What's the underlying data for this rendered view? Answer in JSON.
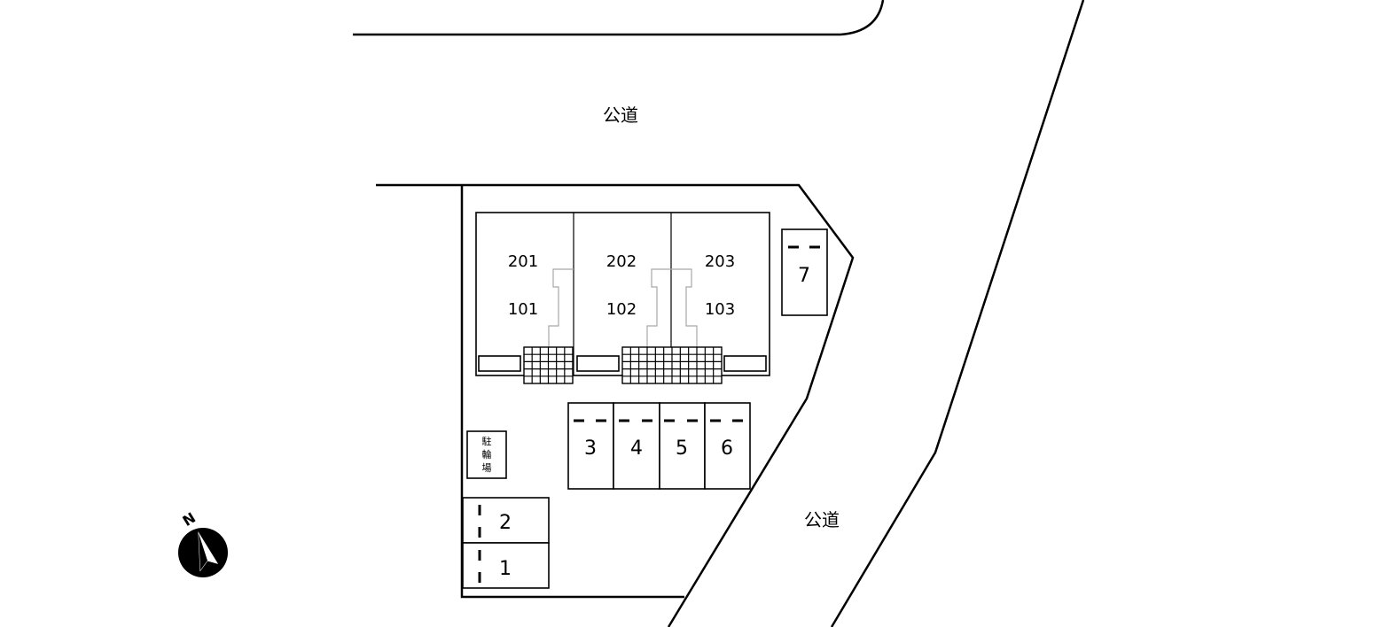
{
  "roads": [
    {
      "id": "north-road",
      "label": "公道"
    },
    {
      "id": "east-road",
      "label": "公道"
    }
  ],
  "building": {
    "units": [
      {
        "upper": "201",
        "lower": "101"
      },
      {
        "upper": "202",
        "lower": "102"
      },
      {
        "upper": "203",
        "lower": "103"
      }
    ]
  },
  "parking": {
    "spaces": [
      "1",
      "2",
      "3",
      "4",
      "5",
      "6",
      "7"
    ]
  },
  "bicycle_parking": {
    "label_chars": [
      "駐",
      "輪",
      "場"
    ]
  },
  "compass": {
    "label": "N"
  }
}
